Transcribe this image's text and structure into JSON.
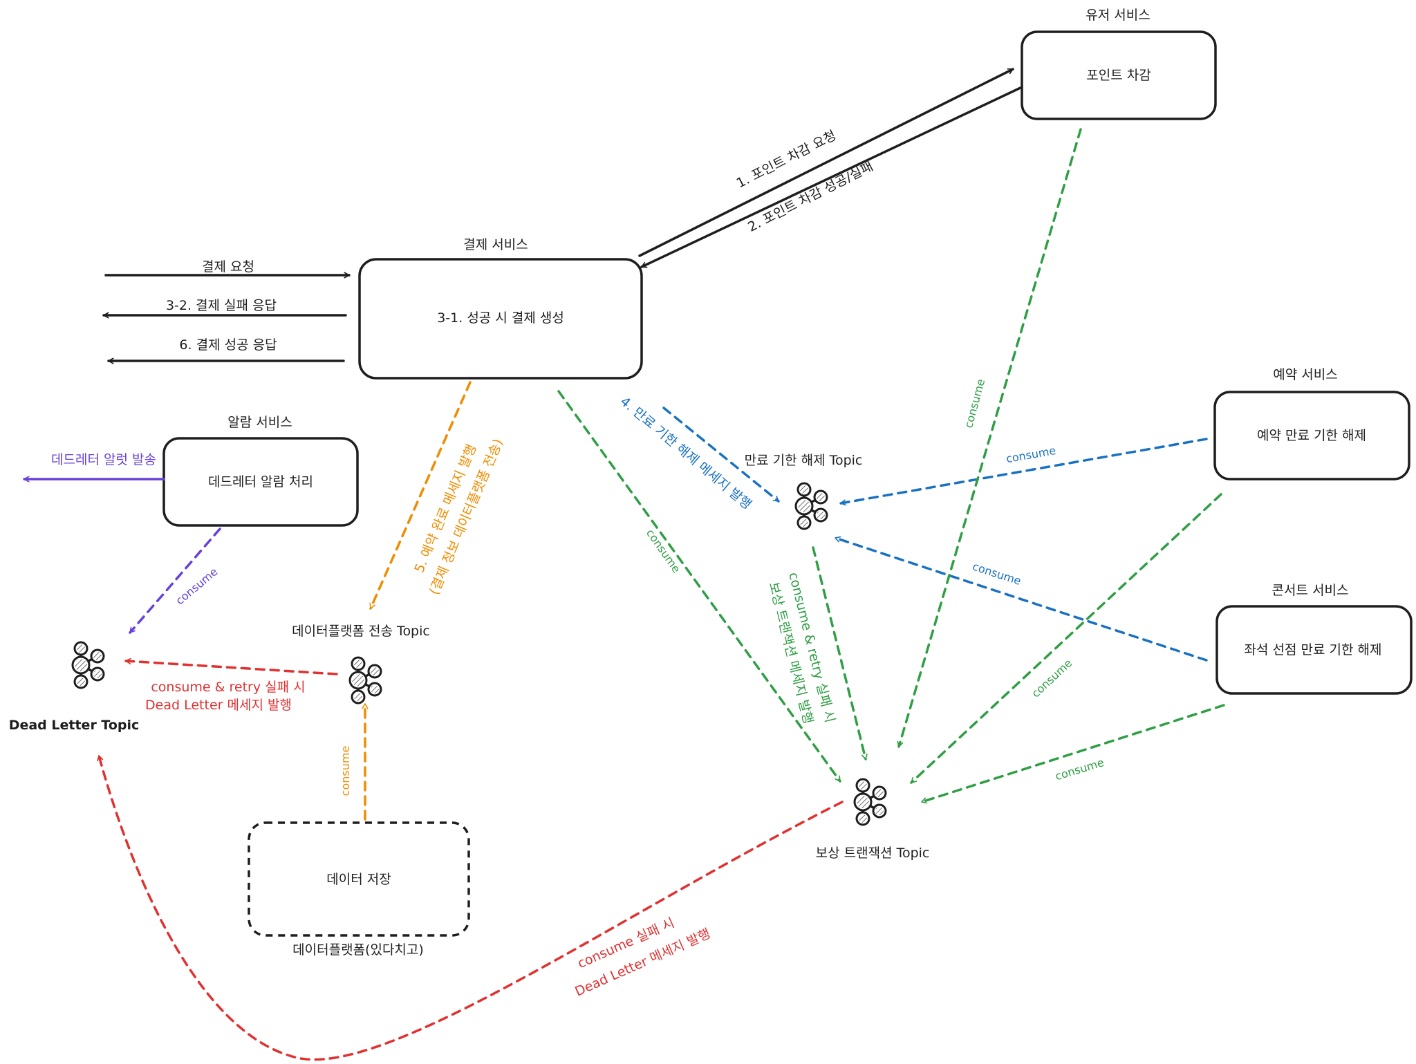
{
  "colors": {
    "black": "#1e1e1e",
    "green": "#2f9e44",
    "blue": "#1971c2",
    "orange": "#f08c00",
    "red": "#e03131",
    "purple": "#6741d9"
  },
  "services": {
    "user": {
      "title": "유저 서비스",
      "label": "포인트 차감"
    },
    "payment": {
      "title": "결제 서비스",
      "label": "3-1. 성공 시 결제 생성"
    },
    "alarm": {
      "title": "알람 서비스",
      "label": "데드레터 알람 처리"
    },
    "reservation": {
      "title": "예약 서비스",
      "label": "예약 만료 기한 해제"
    },
    "concert": {
      "title": "콘서트 서비스",
      "label": "좌석 선점 만료 기한 해제"
    },
    "dataplatform": {
      "title": "데이터플랫폼(있다치고)",
      "label": "데이터 저장"
    }
  },
  "topics": {
    "expiry": "만료 기한 해제 Topic",
    "dataplatform": "데이터플랫폼 전송 Topic",
    "deadletter": "Dead Letter Topic",
    "compensation": "보상 트랜잭션 Topic"
  },
  "edges": {
    "payment_request": "결제 요청",
    "payment_fail_response": "3-2. 결제 실패 응답",
    "payment_success_response": "6. 결제 성공 응답",
    "point_deduct_request": "1. 포인트 차감 요청",
    "point_deduct_result": "2. 포인트 차감 성공/실패",
    "expiry_publish": "4. 만료 기한 해제 메세지 발행",
    "reservation_complete_line1": "5. 예약 완료 메세지 발행",
    "reservation_complete_line2": "(결제 정보 데이터플랫폼 전송)",
    "deadletter_alert": "데드레터 알럿 발송",
    "consume": "consume",
    "compensation_publish_line1": "consume & retry 실패 시",
    "compensation_publish_line2": "보상 트랜잭션 메세지 발행",
    "deadletter_retry_line1": "consume & retry 실패 시",
    "deadletter_retry_line2": "Dead Letter 메세지 발행",
    "deadletter_fail_line1": "consume 실패 시",
    "deadletter_fail_line2": "Dead Letter 메세지 발행"
  },
  "icons": [
    "kafka-topic-icon"
  ]
}
